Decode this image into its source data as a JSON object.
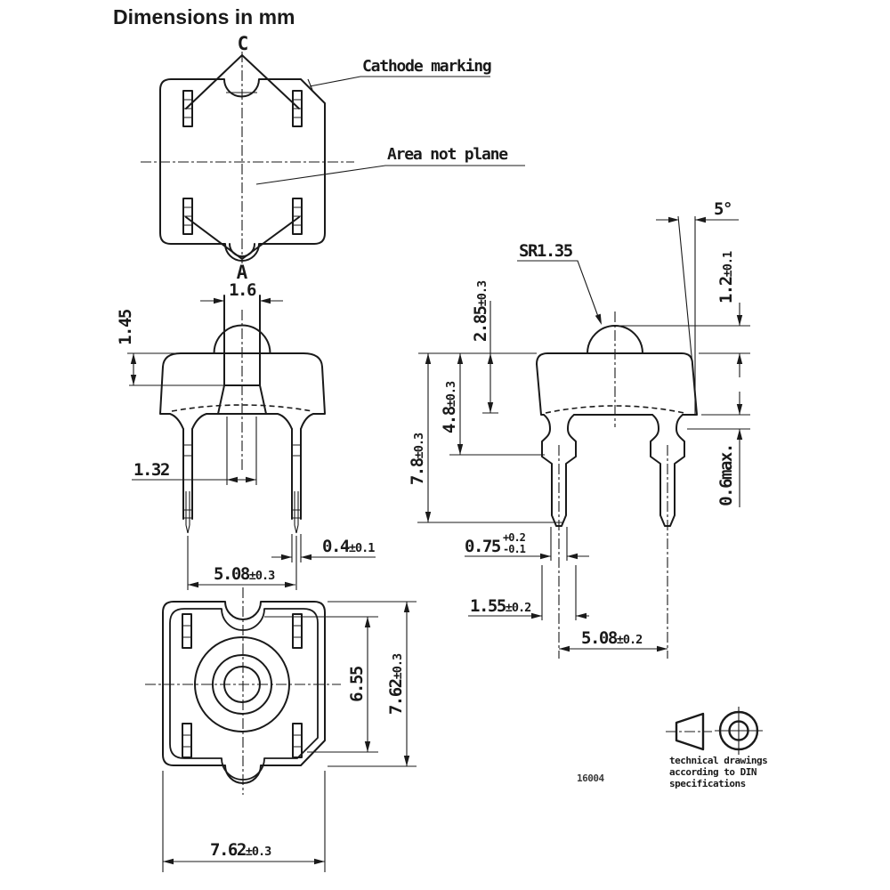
{
  "title": "Dimensions in mm",
  "colors": {
    "ink": "#1a1a1a",
    "paper": "#ffffff"
  },
  "top_view": {
    "cathode_pin": "C",
    "anode_pin": "A",
    "cathode_marking_label": "Cathode marking",
    "area_not_plane_label": "Area not plane"
  },
  "front_view": {
    "lens_window_width": {
      "value": "1.6"
    },
    "reflector_depth": {
      "value": "1.45"
    },
    "inner_window_width": {
      "value": "1.32"
    },
    "lead_thickness": {
      "value": "0.4",
      "tol": "±0.1"
    },
    "lead_pitch": {
      "value": "5.08",
      "tol": "±0.3"
    }
  },
  "side_view": {
    "lens_radius_label": "SR1.35",
    "draft_angle": "5°",
    "lens_height": {
      "value": "1.2",
      "tol": "±0.1"
    },
    "body_height": {
      "value": "2.85",
      "tol": "±0.3"
    },
    "shoulder_length": {
      "value": "4.8",
      "tol": "±0.3"
    },
    "overall_length": {
      "value": "7.8",
      "tol": "±0.3"
    },
    "standoff": {
      "value": "0.6max."
    },
    "lead_tip_width": {
      "value": "0.75",
      "tol_plus": "+0.2",
      "tol_minus": "-0.1"
    },
    "shoulder_width": {
      "value": "1.55",
      "tol": "±0.2"
    },
    "lead_pitch": {
      "value": "5.08",
      "tol": "±0.2"
    }
  },
  "bottom_view": {
    "inner_width": {
      "value": "6.55"
    },
    "body_depth": {
      "value": "7.62",
      "tol": "±0.3"
    },
    "body_width": {
      "value": "7.62",
      "tol": "±0.3"
    }
  },
  "footer": {
    "drawing_number": "16004",
    "din_note_line1": "technical drawings",
    "din_note_line2": "according to DIN",
    "din_note_line3": "specifications"
  }
}
